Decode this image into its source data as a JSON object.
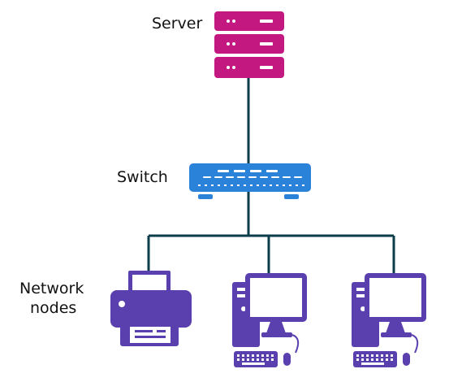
{
  "diagram": {
    "labels": {
      "server": "Server",
      "switch": "Switch",
      "nodes_line1": "Network",
      "nodes_line2": "nodes"
    },
    "colors": {
      "server": "#c2187f",
      "switch": "#2b82d9",
      "node": "#5a3fae",
      "line": "#0b3d4a"
    },
    "icons": {
      "server": "server-rack-icon",
      "switch": "network-switch-icon",
      "printer": "printer-icon",
      "computer": "desktop-computer-icon"
    }
  }
}
